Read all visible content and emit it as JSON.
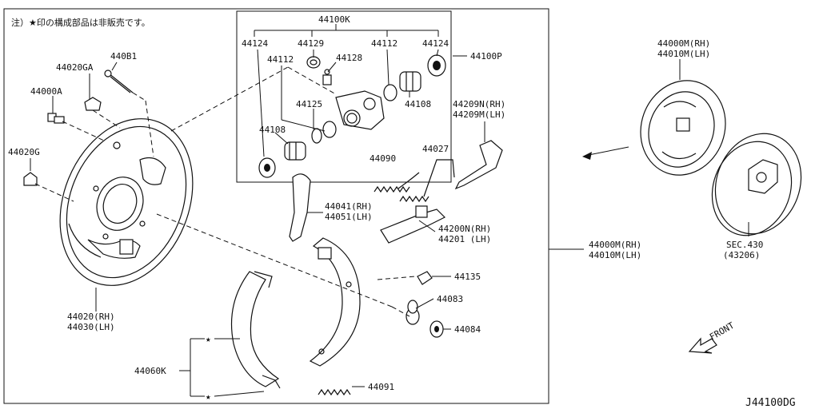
{
  "note": "注）★印の構成部品は非販売です。",
  "diagram_code": "J44100DG",
  "labels": {
    "kit_44100k": "44100K",
    "p44124_l": "44124",
    "p44129": "44129",
    "p44112_l": "44112",
    "p44128": "44128",
    "p44112_r": "44112",
    "p44124_r": "44124",
    "p44100p": "44100P",
    "p44125": "44125",
    "p44108_l": "44108",
    "p44108_r": "44108",
    "p44081": "440B1",
    "p44020ga": "44020GA",
    "p44000a": "44000A",
    "p44020g": "44020G",
    "plate_rh": "44020(RH)",
    "plate_lh": "44030(LH)",
    "p44209n": "44209N(RH)",
    "p44209m": "44209M(LH)",
    "p44090": "44090",
    "p44027": "44027",
    "p44041": "44041(RH)",
    "p44051": "44051(LH)",
    "p44200n": "44200N(RH)",
    "p44201": "44201  (LH)",
    "p44135": "44135",
    "p44083": "44083",
    "p44084": "44084",
    "p44060k": "44060K",
    "p44091": "44091",
    "assy_rh_top": "44000M(RH)",
    "assy_lh_top": "44010M(LH)",
    "assy_rh_mid": "44000M(RH)",
    "assy_lh_mid": "44010M(LH)",
    "sec": "SEC.430",
    "sec_sub": "(43206)",
    "front": "FRONT",
    "star1": "★",
    "star2": "★"
  }
}
